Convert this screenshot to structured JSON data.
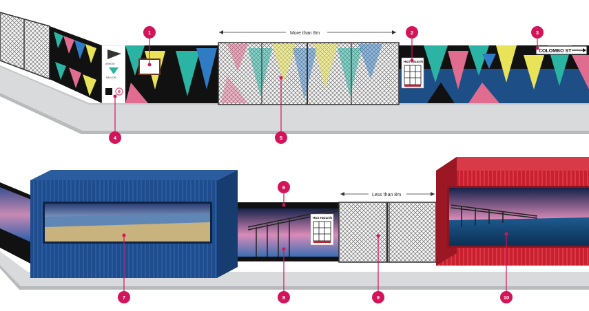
{
  "annotations": {
    "top_measure": "More than 8m",
    "bottom_measure": "Less than 8m",
    "street_sign": "COLOMBO ST"
  },
  "hazard_sign": {
    "title": "H&S Hazards"
  },
  "sponsor_logos": {
    "brand_text": "ARROW",
    "brand_text_2": "NAYLOR"
  },
  "markers": [
    "1",
    "2",
    "3",
    "4",
    "5",
    "6",
    "7",
    "8",
    "9",
    "10"
  ],
  "colors": {
    "marker": "#d4145a",
    "container_blue": "#1f4c8c",
    "container_red": "#c8202f",
    "hoarding_black": "#111111",
    "triangle_teal": "#2bb3a3",
    "triangle_pink": "#e06c8f",
    "triangle_yellow": "#e9e35a",
    "triangle_blue": "#2f7cc4",
    "pavement": "#d9dadc"
  }
}
